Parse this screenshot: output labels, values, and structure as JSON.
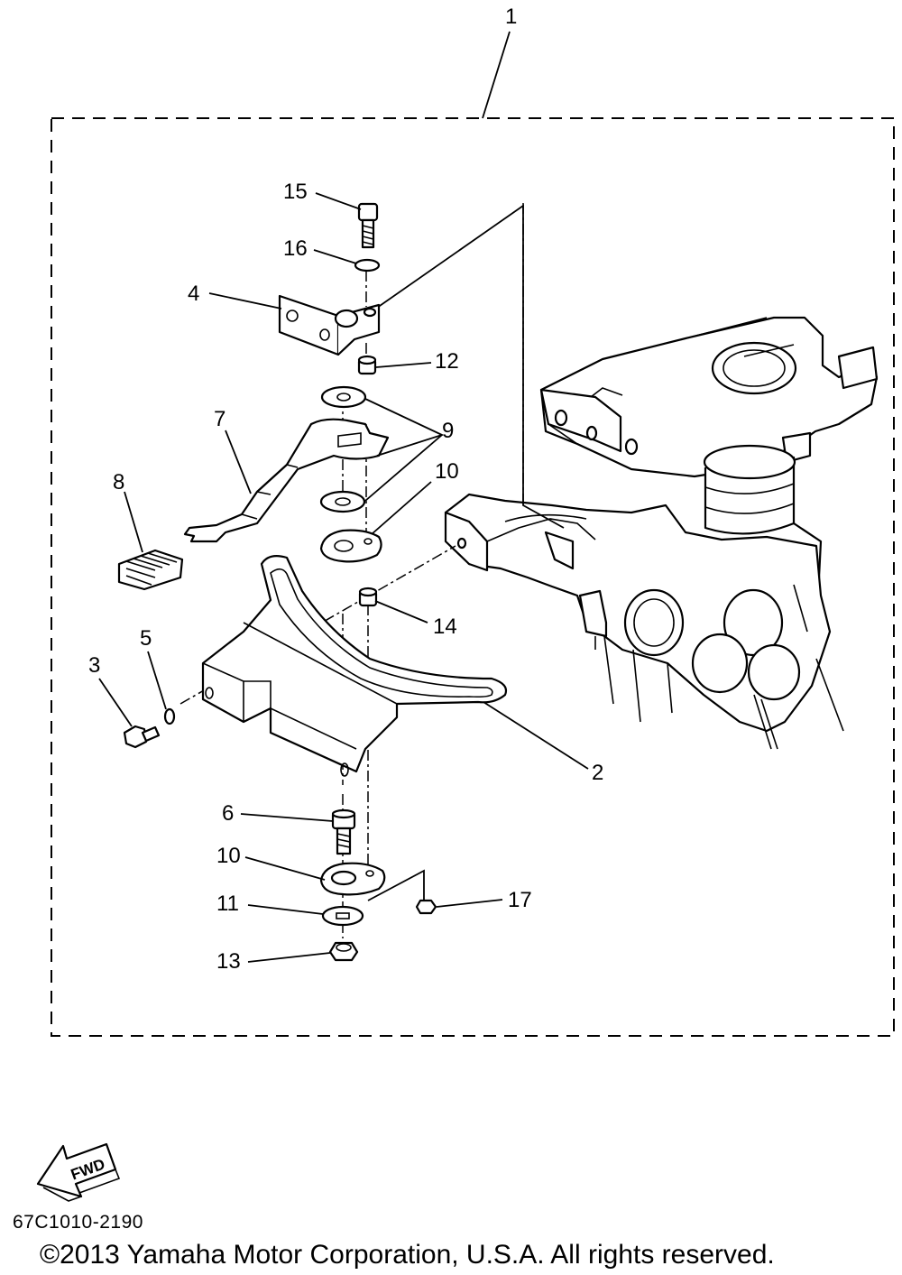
{
  "diagram": {
    "callouts": [
      "1",
      "2",
      "3",
      "4",
      "5",
      "6",
      "7",
      "8",
      "9",
      "10",
      "10",
      "11",
      "12",
      "13",
      "14",
      "15",
      "16",
      "17"
    ],
    "fwd_label": "FWD",
    "diagram_code": "67C1010-2190",
    "copyright": "©2013 Yamaha Motor Corporation, U.S.A. All rights reserved."
  }
}
